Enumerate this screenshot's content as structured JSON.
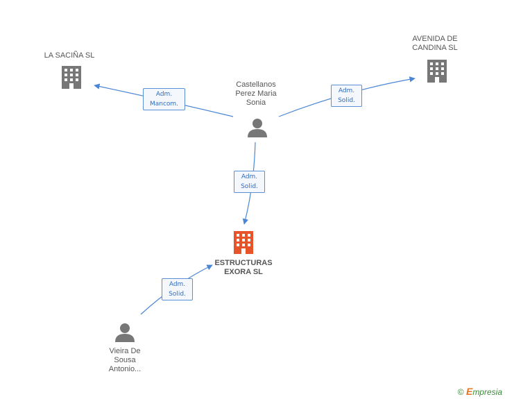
{
  "nodes": {
    "la_sacina": {
      "label": "LA SACIÑA SL",
      "icon": "building-icon",
      "color": "#777777"
    },
    "avenida_candina": {
      "label": "AVENIDA DE\nCANDINA SL",
      "icon": "building-icon",
      "color": "#777777"
    },
    "castellanos": {
      "label": "Castellanos\nPerez Maria\nSonia",
      "icon": "person-icon",
      "color": "#777777"
    },
    "estructuras": {
      "label": "ESTRUCTURAS\nEXORA SL",
      "icon": "building-icon",
      "color": "#e8542a"
    },
    "vieira": {
      "label": "Vieira De\nSousa\nAntonio...",
      "icon": "person-icon",
      "color": "#777777"
    }
  },
  "edges": {
    "e1": {
      "label": "Adm.\nMancom."
    },
    "e2": {
      "label": "Adm.\nSolid."
    },
    "e3": {
      "label": "Adm.\nSolid."
    },
    "e4": {
      "label": "Adm.\nSolid."
    }
  },
  "colors": {
    "edge": "#4a86d6"
  },
  "footer": {
    "copyright": "©",
    "brand_first": "E",
    "brand_rest": "mpresia"
  }
}
